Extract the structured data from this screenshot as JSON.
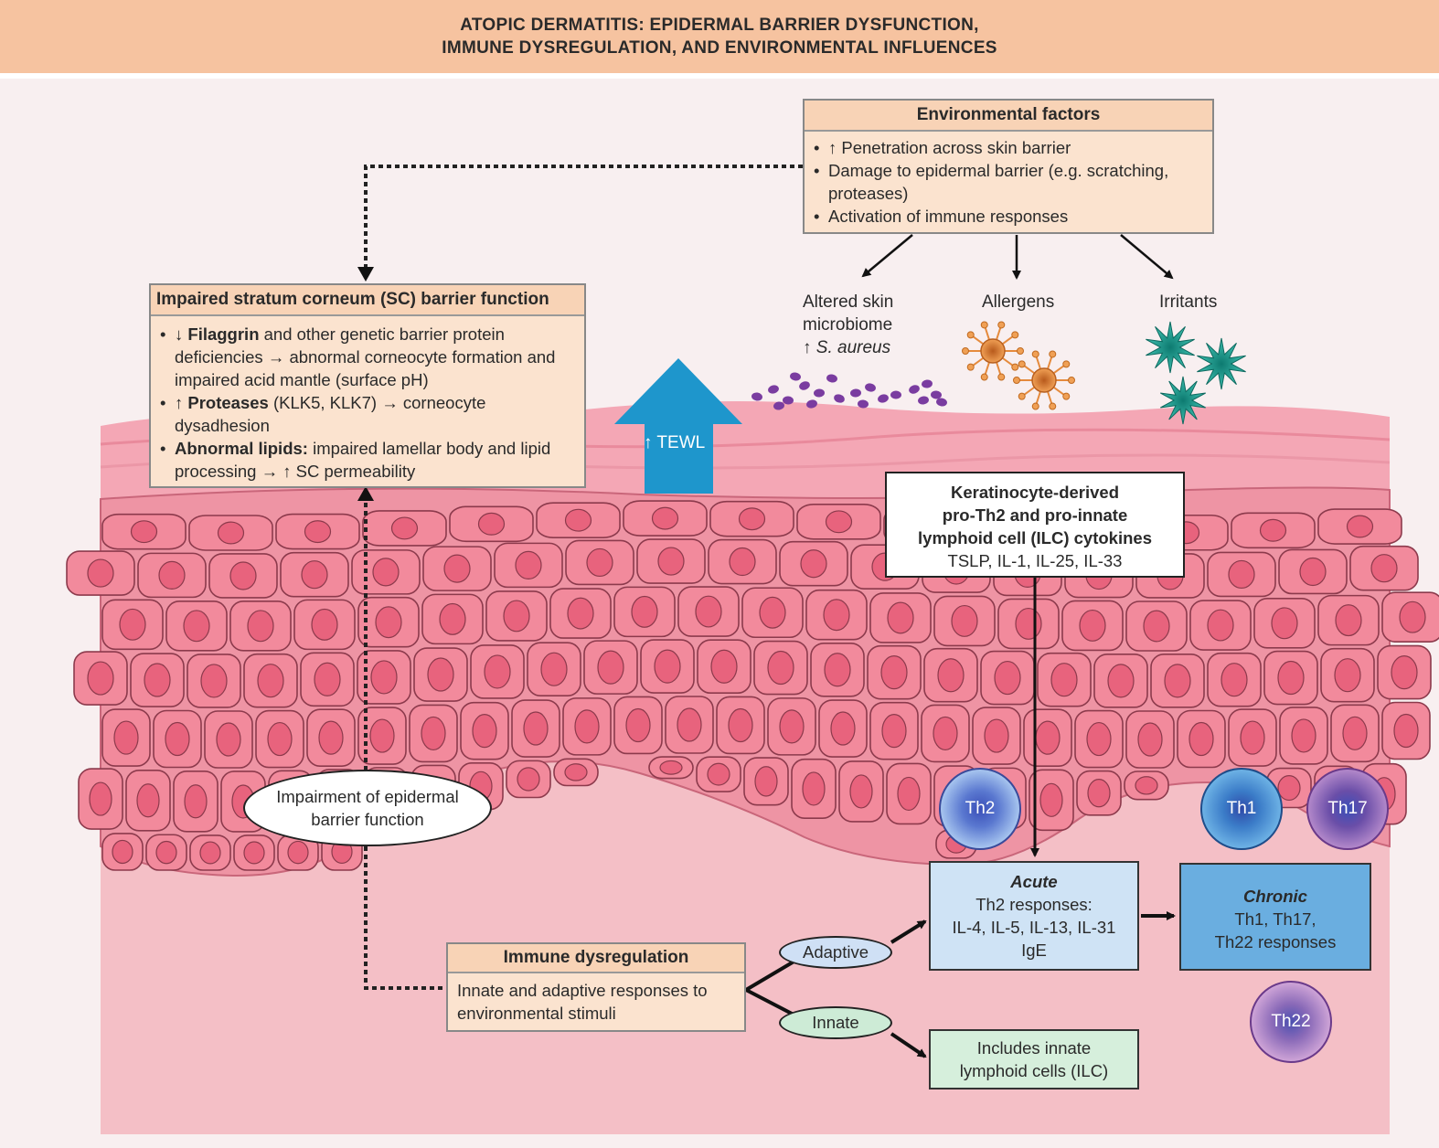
{
  "title": {
    "line1": "ATOPIC DERMATITIS: EPIDERMAL BARRIER DYSFUNCTION,",
    "line2": "IMMUNE DYSREGULATION, AND ENVIRONMENTAL INFLUENCES"
  },
  "environmental_factors": {
    "heading": "Environmental factors",
    "bullets": [
      "↑ Penetration across skin barrier",
      "Damage to epidermal barrier (e.g. scratching, proteases)",
      "Activation of immune responses"
    ]
  },
  "sc_barrier": {
    "heading": "Impaired stratum corneum (SC) barrier function",
    "bullet1_bold": "↓ Filaggrin",
    "bullet1_rest": " and other genetic barrier protein deficiencies → abnormal corneocyte formation and impaired acid mantle (surface pH)",
    "bullet2_bold": "↑ Proteases",
    "bullet2_rest": " (KLK5, KLK7) → corneocyte dysadhesion",
    "bullet3_bold": "Abnormal lipids:",
    "bullet3_rest": " impaired lamellar body and lipid processing → ↑ SC permeability"
  },
  "microbiome": {
    "line1": "Altered skin",
    "line2": "microbiome",
    "line3_prefix": "↑ ",
    "line3_italic": "S. aureus"
  },
  "allergens_label": "Allergens",
  "irritants_label": "Irritants",
  "tewl_label": "↑ TEWL",
  "keratinocyte": {
    "line1": "Keratinocyte-derived",
    "line2": "pro-Th2 and pro-innate",
    "line3": "lymphoid cell (ILC) cytokines",
    "line4": "TSLP, IL-1, IL-25, IL-33"
  },
  "impairment_ellipse": {
    "line1": "Impairment of epidermal",
    "line2": "barrier function"
  },
  "cells": {
    "th2": "Th2",
    "th1": "Th1",
    "th17": "Th17",
    "th22": "Th22"
  },
  "acute": {
    "heading": "Acute",
    "line1": "Th2 responses:",
    "line2": "IL-4, IL-5, IL-13, IL-31",
    "line3": "IgE"
  },
  "chronic": {
    "heading": "Chronic",
    "line1": "Th1, Th17,",
    "line2": "Th22 responses"
  },
  "immune_dysregulation": {
    "heading": "Immune dysregulation",
    "body": "Innate and adaptive responses to environmental stimuli"
  },
  "adaptive_label": "Adaptive",
  "innate_label": "Innate",
  "ilc_box": {
    "line1": "Includes innate",
    "line2": "lymphoid cells (ILC)"
  },
  "colors": {
    "title_bar": "#f6c3a0",
    "box_peach": "#fbe3cf",
    "skin_pink": "#f0a4b0",
    "cell_fill": "#f28a9c",
    "tewl_blue": "#1e96cc",
    "acute_fill": "#cfe3f5",
    "chronic_fill": "#6aaee0",
    "ilc_fill": "#d6efdc",
    "innate_ellipse": "#cdebd6",
    "adaptive_ellipse": "#cfe0f5",
    "bacteria_purple": "#7a3ca0",
    "allergen_orange": "#e58a3c",
    "irritant_teal": "#1fa59a"
  }
}
